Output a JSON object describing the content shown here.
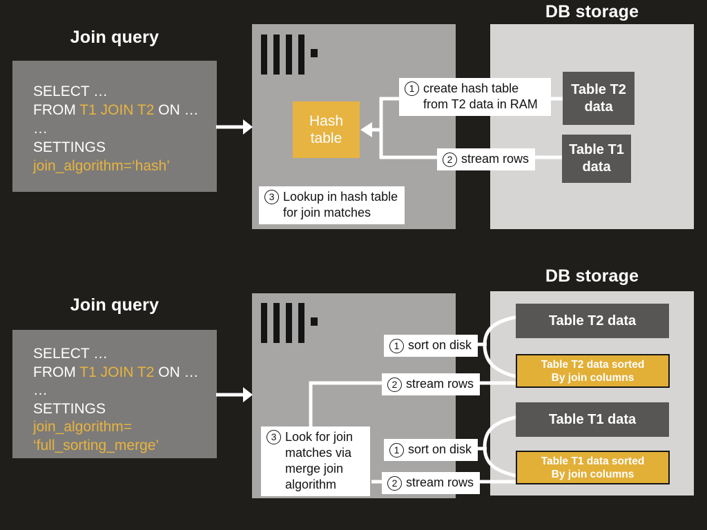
{
  "colors": {
    "background": "#201e1b",
    "query_box_gray": "#7c7b79",
    "server_box_gray": "#a7a6a4",
    "db_storage_gray": "#d6d5d3",
    "dark_table_box": "#575654",
    "accent_orange": "#e7b341",
    "connector_white": "#ffffff",
    "label_text": "#111111"
  },
  "icons": {
    "server_logo": "clickhouse-bars-logo",
    "query_arrow": "right-arrow",
    "hash_arrow": "left-arrow"
  },
  "hash_flow": {
    "query_title": "Join query",
    "sql": {
      "l1": "SELECT …",
      "l2a": "FROM ",
      "l2b": "T1 JOIN T2",
      "l2c": " ON …",
      "l3": "…",
      "l4": "SETTINGS",
      "l5": "join_algorithm=‘hash’"
    },
    "hash_table_label": "Hash table",
    "steps": {
      "create_hash": {
        "num": "1",
        "text": "create hash table from T2 data in RAM"
      },
      "stream_rows": {
        "num": "2",
        "text": "stream rows"
      },
      "lookup": {
        "num": "3",
        "text": "Lookup in hash table for join matches"
      }
    },
    "db": {
      "title": "DB storage",
      "t2": "Table T2 data",
      "t1": "Table T1 data"
    }
  },
  "merge_flow": {
    "query_title": "Join query",
    "sql": {
      "l1": "SELECT …",
      "l2a": "FROM ",
      "l2b": "T1 JOIN T2",
      "l2c": " ON …",
      "l3": "…",
      "l4": "SETTINGS",
      "l5": "join_algorithm=",
      "l6": "‘full_sorting_merge’"
    },
    "steps": {
      "sort_t2": {
        "num": "1",
        "text": "sort on disk"
      },
      "stream_t2": {
        "num": "2",
        "text": "stream rows"
      },
      "merge": {
        "num": "3",
        "text": "Look for join matches via merge join algorithm"
      },
      "sort_t1": {
        "num": "1",
        "text": "sort on disk"
      },
      "stream_t1": {
        "num": "2",
        "text": "stream rows"
      }
    },
    "db": {
      "title": "DB storage",
      "t2": "Table T2 data",
      "t2_sorted_l1": "Table T2 data sorted",
      "t2_sorted_l2": "By join columns",
      "t1": "Table T1 data",
      "t1_sorted_l1": "Table T1 data sorted",
      "t1_sorted_l2": "By join columns"
    }
  }
}
